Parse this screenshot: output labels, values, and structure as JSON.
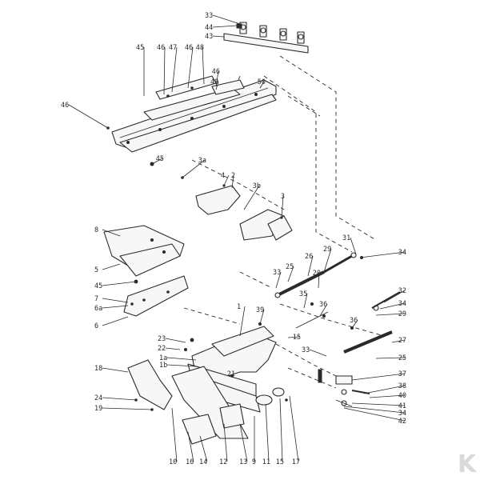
{
  "diagram": {
    "callouts": [
      "33",
      "44",
      "43",
      "45",
      "46",
      "47",
      "46",
      "48",
      "46",
      "49",
      "50",
      "46",
      "45",
      "3a",
      "4",
      "2",
      "3b",
      "3",
      "8",
      "5",
      "45",
      "7",
      "6a",
      "6",
      "31",
      "34",
      "26",
      "29",
      "25",
      "33",
      "20",
      "35",
      "36",
      "32",
      "34",
      "29",
      "1",
      "39",
      "15",
      "36",
      "23",
      "22",
      "1a",
      "1b",
      "21",
      "27",
      "33",
      "25",
      "18",
      "37",
      "38",
      "40",
      "24",
      "41",
      "19",
      "34",
      "42",
      "10",
      "16",
      "14",
      "12",
      "13",
      "9",
      "11",
      "15",
      "17"
    ]
  },
  "brand": {
    "logo_text": "K"
  }
}
